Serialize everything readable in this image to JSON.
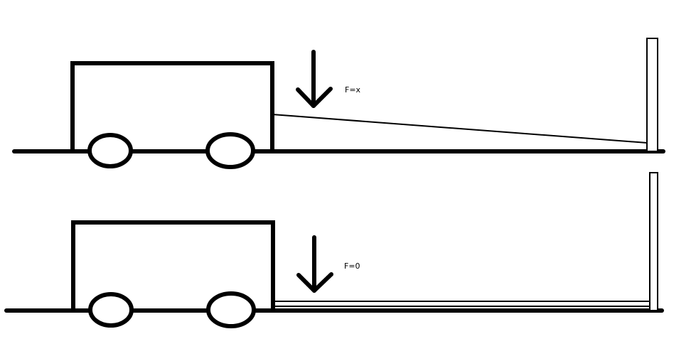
{
  "colors": {
    "stroke": "#000000",
    "background": "#ffffff"
  },
  "panels": [
    {
      "name": "top",
      "force_label": "F=x",
      "connector": "slanted-line",
      "arrow_direction": "down"
    },
    {
      "name": "bottom",
      "force_label": "F=0",
      "connector": "flat-bar",
      "arrow_direction": "down"
    }
  ]
}
